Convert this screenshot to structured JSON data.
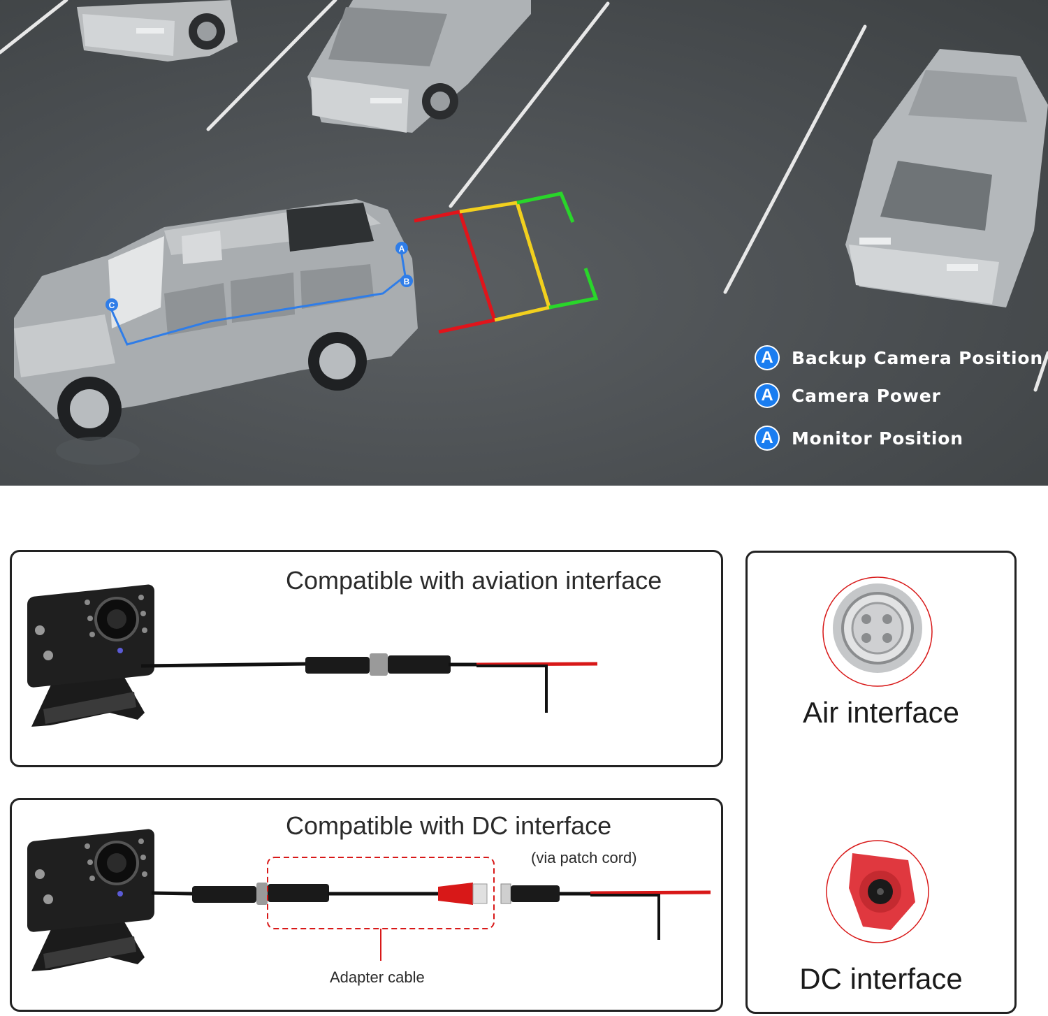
{
  "legend": {
    "items": [
      {
        "badge": "A",
        "label": "Backup Camera Position"
      },
      {
        "badge": "A",
        "label": "Camera Power"
      },
      {
        "badge": "A",
        "label": "Monitor Position"
      }
    ],
    "badge_color": "#1a7df0"
  },
  "markers": {
    "a": "A",
    "b": "B",
    "c": "C"
  },
  "aviation_panel": {
    "title": "Compatible with aviation interface"
  },
  "dc_panel": {
    "title": "Compatible with DC interface",
    "patch_note": "(via patch cord)",
    "adapter_label": "Adapter cable"
  },
  "interfaces": {
    "air_label": "Air interface",
    "dc_label": "DC interface"
  },
  "colors": {
    "guide_red": "#e0141b",
    "guide_yellow": "#f2d01e",
    "guide_green": "#29d62a",
    "cable_red": "#d81818",
    "route_blue": "#2f7de8"
  }
}
